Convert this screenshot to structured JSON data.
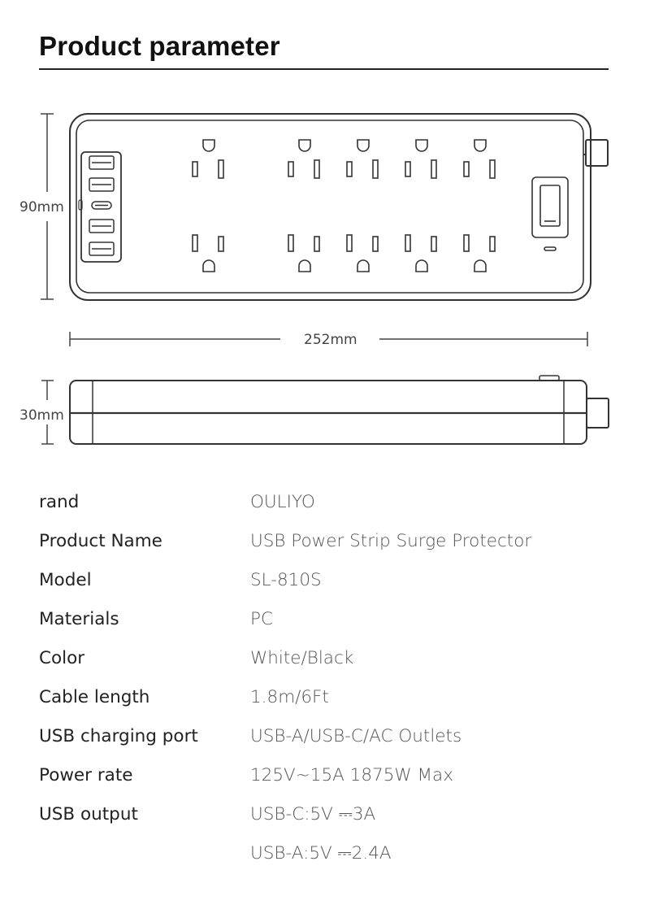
{
  "title": "Product parameter",
  "dimensions": {
    "height": "90mm",
    "length": "252mm",
    "depth": "30mm"
  },
  "specs": [
    {
      "label": "rand",
      "value": "OULIYO"
    },
    {
      "label": "Product Name",
      "value": "USB Power Strip Surge Protector"
    },
    {
      "label": "Model",
      "value": "SL-810S"
    },
    {
      "label": "Materials",
      "value": "PC"
    },
    {
      "label": "Color",
      "value": "White/Black"
    },
    {
      "label": "Cable length",
      "value": "1.8m/6Ft"
    },
    {
      "label": "USB charging port",
      "value": "USB-A/USB-C/AC Outlets"
    },
    {
      "label": "Power rate",
      "value": "125V~15A  1875W Max"
    },
    {
      "label": "USB output",
      "value": "USB-C:5V ⎓3A"
    },
    {
      "label": "",
      "value": "USB-A:5V ⎓2.4A"
    }
  ],
  "icons": {
    "usb_ports": "usb-port-icon",
    "outlets": "ac-outlet-icon",
    "switch": "power-switch-icon"
  }
}
